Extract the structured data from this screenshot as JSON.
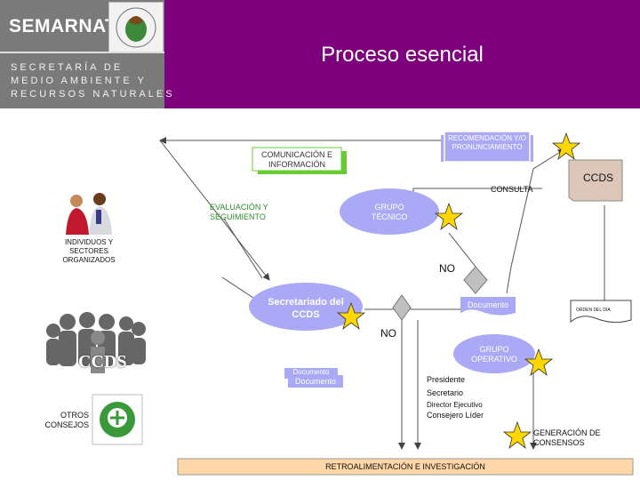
{
  "header": {
    "brand": "SEMARNAT",
    "dept_lines": [
      "SECRETARÍA DE",
      "MEDIO AMBIENTE Y",
      "RECURSOS NATURALES"
    ],
    "title": "Proceso esencial"
  },
  "nodes": {
    "comunicacion": "COMUNICACIÓN E INFORMACIÓN",
    "recomendacion": "RECOMENDACIÓN Y/O PRONUNCIAMIENTO",
    "consulta": "CONSULTA",
    "ccds_box": "CCDS",
    "evaluacion": "EVALUACIÓN Y SEGUIMIENTO",
    "grupo_tecnico": "GRUPO TÉCNICO",
    "individuos": "INDIVIDUOS Y SECTORES ORGANIZADOS",
    "no_top": "NO",
    "secretariado": "Secretariado del CCDS",
    "documento_right": "Documento",
    "orden_del_dia": "ORDEN DEL DÍA",
    "no_mid": "NO",
    "ccds_logo": "CCDS",
    "grupo_operativo": "GRUPO OPERATIVO",
    "documento_left_back": "Documento",
    "documento_left": "Documento",
    "roles": [
      "Presidente",
      "Secretario",
      "Director Ejecutivo",
      "Consejero Líder"
    ],
    "otros_consejos": "OTROS CONSEJOS",
    "generacion": "GENERACIÓN DE CONSENSOS",
    "retroalimentacion": "RETROALIMENTACIÓN E INVESTIGACIÓN"
  },
  "colors": {
    "header_purple": "#7d007d",
    "header_gray": "#7a7a7a",
    "lavender": "#a9a9f5",
    "green": "#66cc33",
    "star": "#ffd700",
    "diamond": "#c0c0c0",
    "retro_bar": "#ffd7a8",
    "ccds_box": "#ddc7b8"
  }
}
